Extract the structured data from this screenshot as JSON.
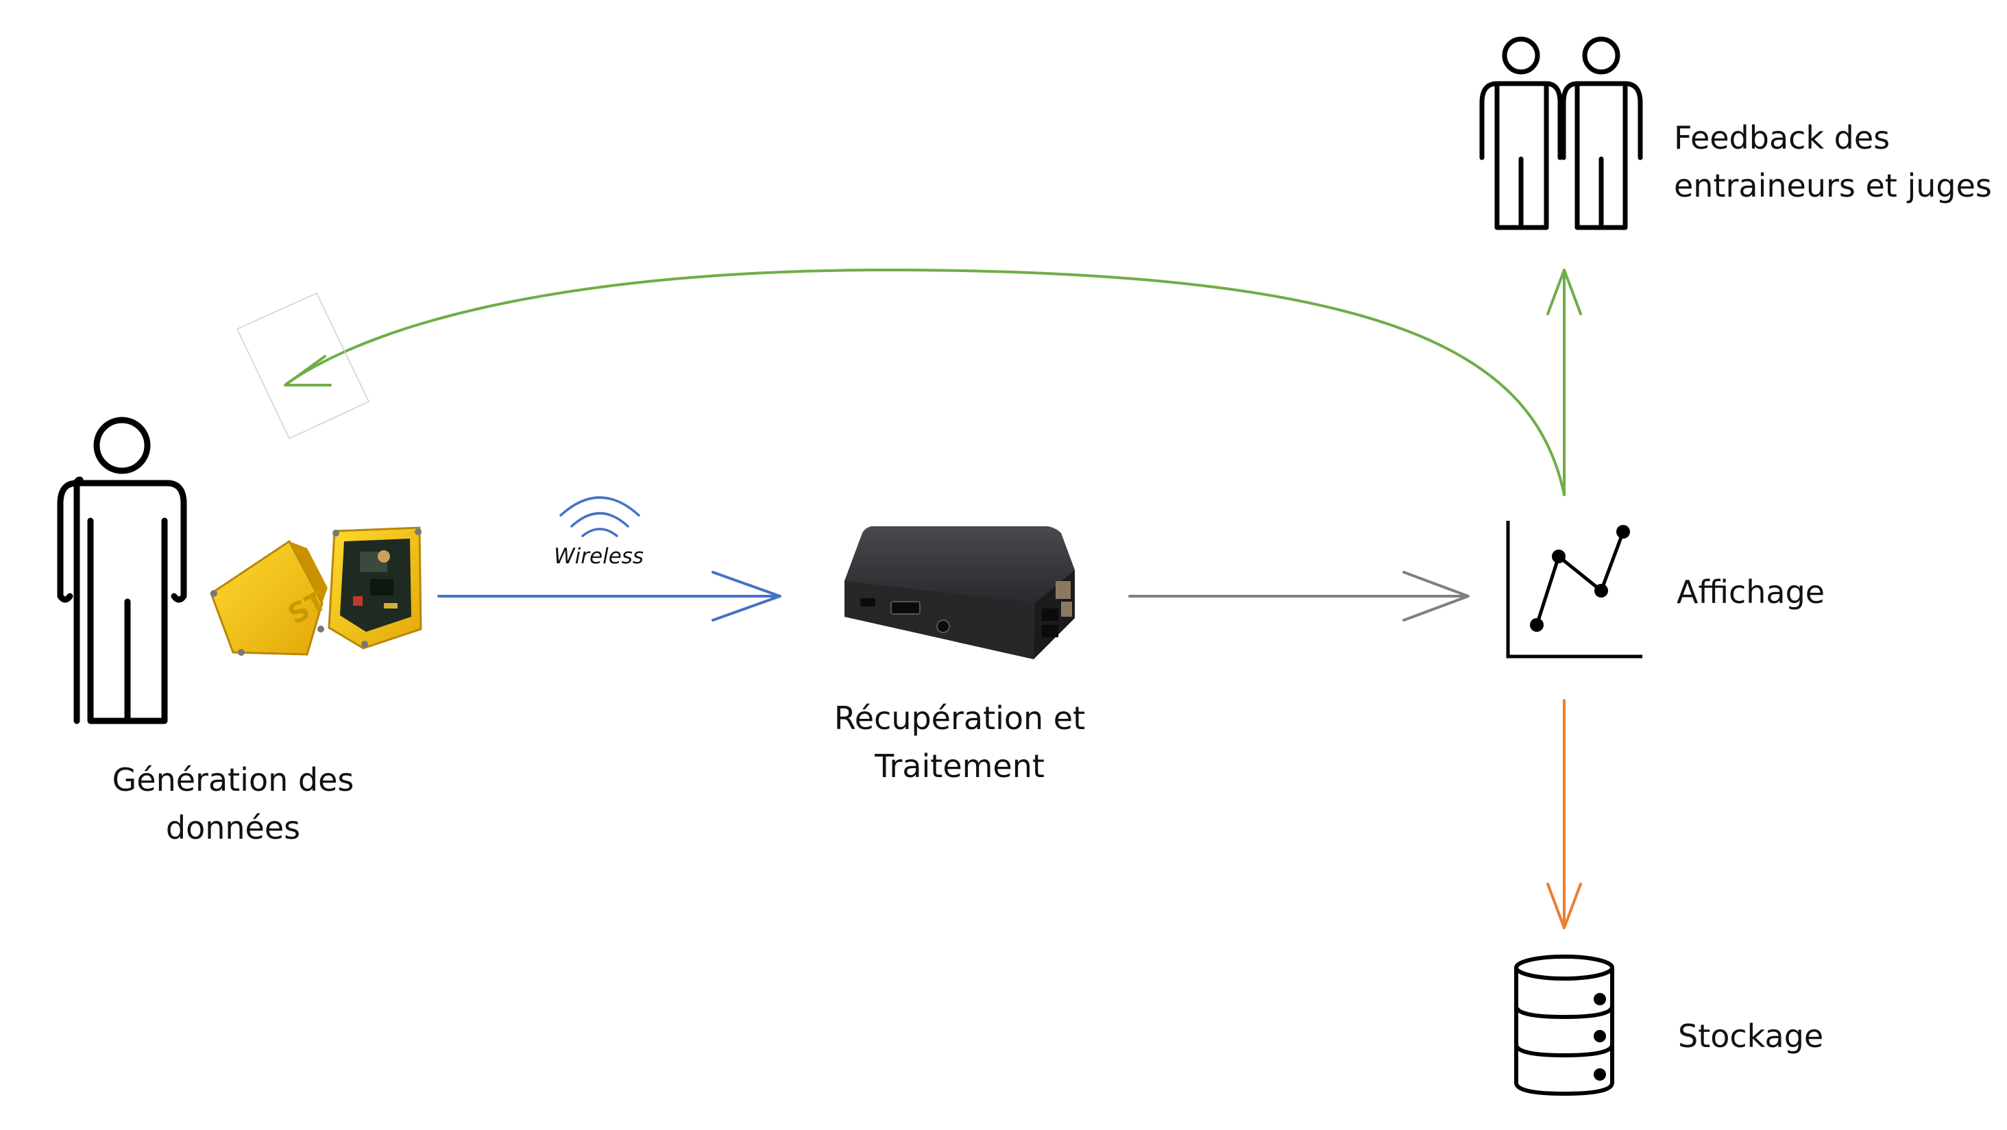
{
  "labels": {
    "generation": [
      "Génération des",
      "données"
    ],
    "wireless": "Wireless",
    "traitement": [
      "Récupération et",
      "Traitement"
    ],
    "affichage": "Affichage",
    "feedback": [
      "Feedback des",
      "entraineurs et juges"
    ],
    "stockage": "Stockage"
  },
  "colors": {
    "wireless_arrow": "#4472C4",
    "processing_arrow": "#7F7F7F",
    "feedback_arrow": "#70AD47",
    "storage_arrow": "#ED7D31",
    "icon_stroke": "#000000",
    "sensor_box": "#F5C518",
    "device_case": "#2E2E30"
  },
  "icons": {
    "athlete": "person-icon",
    "sensor": "sensor-box-image",
    "wifi": "wifi-icon",
    "processor": "raspberry-pi-case-image",
    "display": "line-chart-icon",
    "judges": "two-persons-icon",
    "storage": "database-icon"
  }
}
